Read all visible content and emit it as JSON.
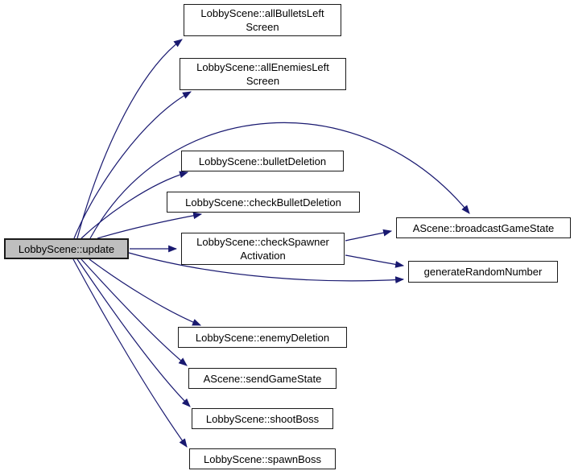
{
  "diagram": {
    "kind": "doxygen-call-graph",
    "root_function": "LobbyScene::update"
  },
  "colors": {
    "edge": "#191970",
    "nodeBorder": "#1a1a1a",
    "nodeFill": "#ffffff",
    "rootFill": "#bfbfbf",
    "text": "#000000",
    "background": "#ffffff"
  },
  "nodes": [
    {
      "id": "update",
      "label": "LobbyScene::update",
      "highlighted": true
    },
    {
      "id": "allBulletsLeftScreen",
      "label": "LobbyScene::allBulletsLeft\nScreen",
      "highlighted": false
    },
    {
      "id": "allEnemiesLeftScreen",
      "label": "LobbyScene::allEnemiesLeft\nScreen",
      "highlighted": false
    },
    {
      "id": "bulletDeletion",
      "label": "LobbyScene::bulletDeletion",
      "highlighted": false
    },
    {
      "id": "checkBulletDeletion",
      "label": "LobbyScene::checkBulletDeletion",
      "highlighted": false
    },
    {
      "id": "checkSpawnerActivation",
      "label": "LobbyScene::checkSpawner\nActivation",
      "highlighted": false
    },
    {
      "id": "broadcastGameState",
      "label": "AScene::broadcastGameState",
      "highlighted": false
    },
    {
      "id": "generateRandomNumber",
      "label": "generateRandomNumber",
      "highlighted": false
    },
    {
      "id": "enemyDeletion",
      "label": "LobbyScene::enemyDeletion",
      "highlighted": false
    },
    {
      "id": "sendGameState",
      "label": "AScene::sendGameState",
      "highlighted": false
    },
    {
      "id": "shootBoss",
      "label": "LobbyScene::shootBoss",
      "highlighted": false
    },
    {
      "id": "spawnBoss",
      "label": "LobbyScene::spawnBoss",
      "highlighted": false
    }
  ],
  "edges": [
    {
      "from": "update",
      "to": "allBulletsLeftScreen"
    },
    {
      "from": "update",
      "to": "allEnemiesLeftScreen"
    },
    {
      "from": "update",
      "to": "broadcastGameState"
    },
    {
      "from": "update",
      "to": "bulletDeletion"
    },
    {
      "from": "update",
      "to": "checkBulletDeletion"
    },
    {
      "from": "update",
      "to": "checkSpawnerActivation"
    },
    {
      "from": "update",
      "to": "generateRandomNumber"
    },
    {
      "from": "update",
      "to": "enemyDeletion"
    },
    {
      "from": "update",
      "to": "sendGameState"
    },
    {
      "from": "update",
      "to": "shootBoss"
    },
    {
      "from": "update",
      "to": "spawnBoss"
    },
    {
      "from": "checkSpawnerActivation",
      "to": "broadcastGameState"
    },
    {
      "from": "checkSpawnerActivation",
      "to": "generateRandomNumber"
    }
  ]
}
